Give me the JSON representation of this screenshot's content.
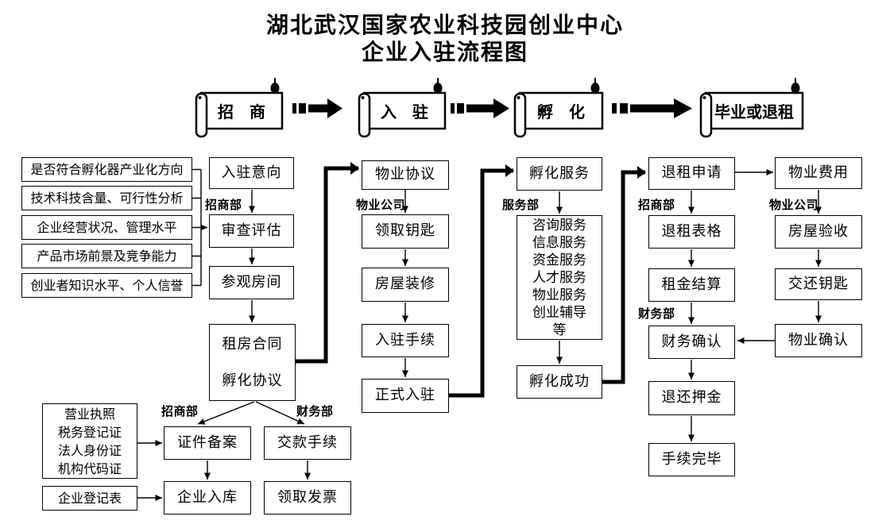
{
  "title": {
    "line1": "湖北武汉国家农业科技园创业中心",
    "line2": "企业入驻流程图"
  },
  "banners": [
    {
      "label": "招　商"
    },
    {
      "label": "入　驻"
    },
    {
      "label": "孵　化"
    },
    {
      "label": "毕业或退租"
    }
  ],
  "criteria": [
    "是否符合孵化器产业化方向",
    "技术科技含量、可行性分析",
    "企业经营状况、管理水平",
    "产品市场前景及竞争能力",
    "创业者知识水平、个人信誉"
  ],
  "depts": {
    "zhaoshang": "招商部",
    "wuye": "物业公司",
    "fuwu": "服务部",
    "caiwu": "财务部"
  },
  "nodes": {
    "entry_intent": "入驻意向",
    "review_assess": "审查评估",
    "visit_room": "参观房间",
    "contract": "租房合同\n孵化协议",
    "cert_docs": "营业执照\n税务登记证\n法人身份证\n机构代码证",
    "registration_form": "企业登记表",
    "cert_filing": "证件备案",
    "payment_procedure": "交款手续",
    "company_store": "企业入库",
    "get_invoice": "领取发票",
    "property_agreement": "物业协议",
    "get_keys": "领取钥匙",
    "house_renovation": "房屋装修",
    "entry_procedure": "入驻手续",
    "official_entry": "正式入驻",
    "incubation_service": "孵化服务",
    "services_list": "咨询服务\n信息服务\n资金服务\n人才服务\n物业服务\n创业辅导\n等",
    "incubation_success": "孵化成功",
    "termination_apply": "退租申请",
    "termination_form": "退租表格",
    "rent_settlement": "租金结算",
    "finance_confirm": "财务确认",
    "deposit_refund": "退还押金",
    "procedure_complete": "手续完毕",
    "property_fee": "物业费用",
    "house_inspection": "房屋验收",
    "return_keys": "交还钥匙",
    "property_confirm": "物业确认"
  },
  "colors": {
    "ink": "#000000",
    "paper": "#ffffff"
  }
}
